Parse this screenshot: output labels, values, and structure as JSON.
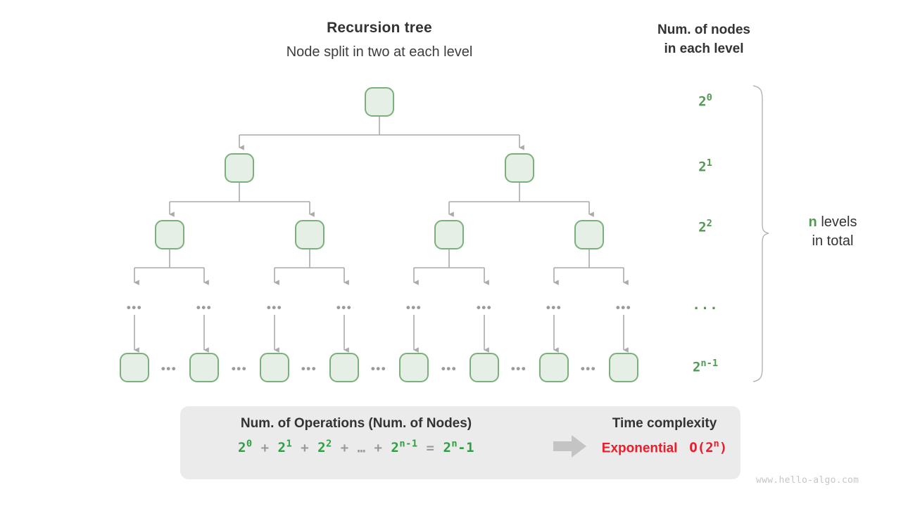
{
  "headings": {
    "tree_title": "Recursion tree",
    "tree_subtitle": "Node split in two at each level",
    "count_title_line1": "Num. of nodes",
    "count_title_line2": "in each level"
  },
  "level_counts": [
    {
      "base": "2",
      "exp": "0",
      "label": "2^0"
    },
    {
      "base": "2",
      "exp": "1",
      "label": "2^1"
    },
    {
      "base": "2",
      "exp": "2",
      "label": "2^2"
    },
    {
      "base": "",
      "exp": "",
      "label": "..."
    },
    {
      "base": "2",
      "exp": "n-1",
      "label": "2^(n-1)"
    }
  ],
  "levels_total": {
    "variable": "n",
    "text_line1": "levels",
    "text_line2": "in total"
  },
  "tree": {
    "node_dots": "•••",
    "levels": [
      {
        "index": 0,
        "node_count": 1,
        "centers": [
          539
        ]
      },
      {
        "index": 1,
        "node_count": 2,
        "centers": [
          340,
          738
        ]
      },
      {
        "index": 2,
        "node_count": 4,
        "centers": [
          241,
          440,
          638,
          837
        ]
      },
      {
        "index": 3,
        "node_count": 8,
        "centers": [
          191,
          290,
          390,
          489,
          588,
          688,
          787,
          886
        ],
        "is_ellipsis_row": true
      },
      {
        "index": 4,
        "node_count": 8,
        "centers": [
          191,
          290,
          390,
          489,
          588,
          688,
          787,
          886
        ]
      }
    ]
  },
  "summary": {
    "operations_heading": "Num. of Operations (Num. of Nodes)",
    "formula_terms": [
      "2^0",
      "2^1",
      "2^2",
      "…",
      "2^(n-1)"
    ],
    "formula_result": "2^n-1",
    "arrow": "right-arrow-icon",
    "complexity_heading": "Time complexity",
    "complexity_name": "Exponential",
    "complexity_notation": "O(2^n)"
  },
  "watermark": "www.hello-algo.com",
  "colors": {
    "node_fill": "#e5efe5",
    "node_stroke": "#7ab07a",
    "connector": "#aaaaaa",
    "green_text": "#529b55",
    "formula_green": "#2f9e44",
    "red": "#ee1c2a",
    "panel_bg": "#ebebeb",
    "dark_text": "#333333",
    "watermark": "#c6c6c6"
  }
}
